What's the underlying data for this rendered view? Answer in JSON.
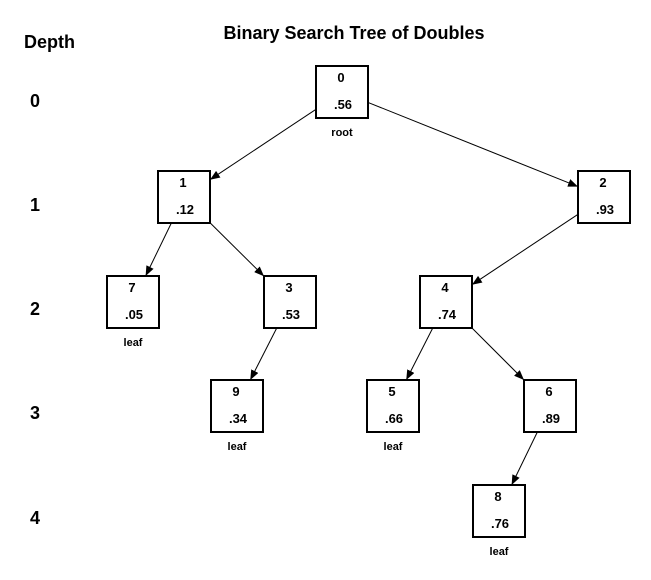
{
  "title": "Binary Search Tree of Doubles",
  "depth_header": "Depth",
  "depth_labels": [
    "0",
    "1",
    "2",
    "3",
    "4"
  ],
  "nodes": [
    {
      "id": "0",
      "value": ".56",
      "depth": 0,
      "tag": "root"
    },
    {
      "id": "1",
      "value": ".12",
      "depth": 1,
      "tag": ""
    },
    {
      "id": "2",
      "value": ".93",
      "depth": 1,
      "tag": ""
    },
    {
      "id": "7",
      "value": ".05",
      "depth": 2,
      "tag": "leaf"
    },
    {
      "id": "3",
      "value": ".53",
      "depth": 2,
      "tag": ""
    },
    {
      "id": "4",
      "value": ".74",
      "depth": 2,
      "tag": ""
    },
    {
      "id": "9",
      "value": ".34",
      "depth": 3,
      "tag": "leaf"
    },
    {
      "id": "5",
      "value": ".66",
      "depth": 3,
      "tag": "leaf"
    },
    {
      "id": "6",
      "value": ".89",
      "depth": 3,
      "tag": ""
    },
    {
      "id": "8",
      "value": ".76",
      "depth": 4,
      "tag": "leaf"
    }
  ],
  "edges": [
    {
      "from": "0",
      "to": "1"
    },
    {
      "from": "0",
      "to": "2"
    },
    {
      "from": "1",
      "to": "7"
    },
    {
      "from": "1",
      "to": "3"
    },
    {
      "from": "2",
      "to": "4"
    },
    {
      "from": "3",
      "to": "9"
    },
    {
      "from": "4",
      "to": "5"
    },
    {
      "from": "4",
      "to": "6"
    },
    {
      "from": "6",
      "to": "8"
    }
  ]
}
